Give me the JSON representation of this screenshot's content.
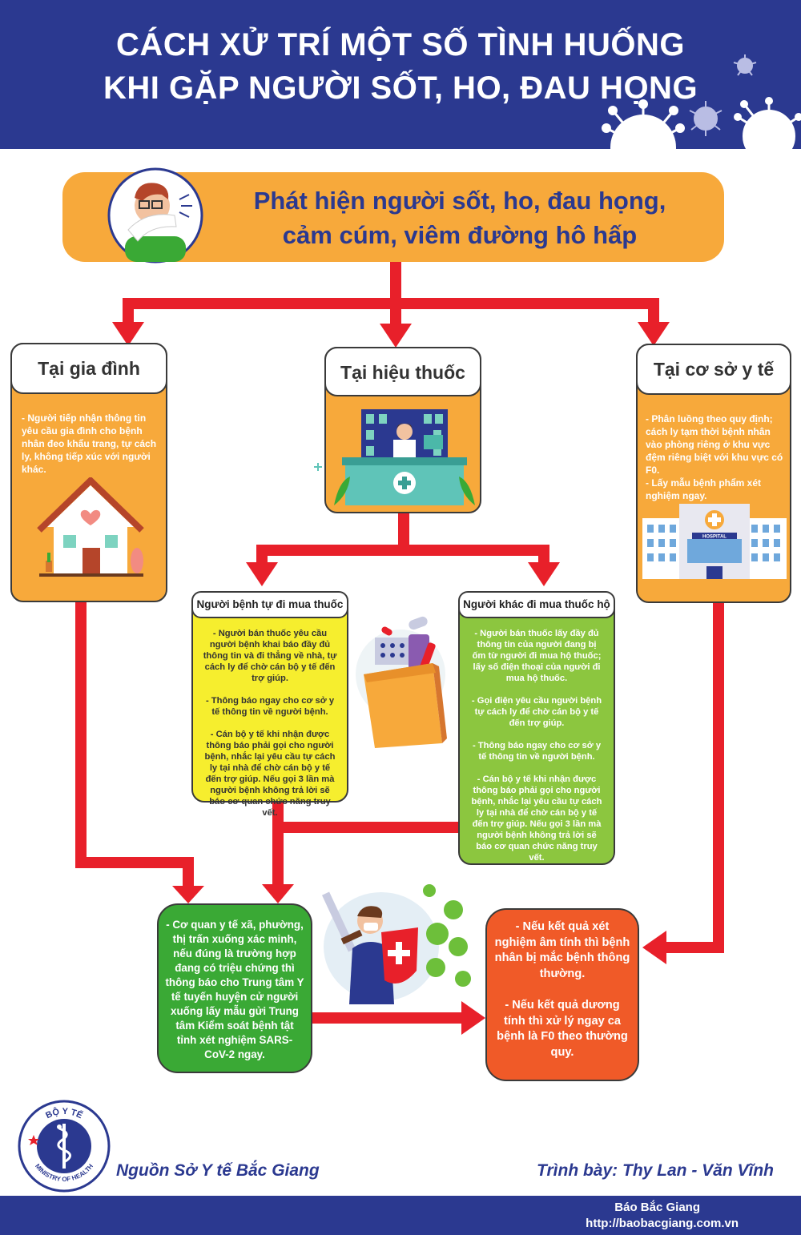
{
  "header": {
    "line1": "CÁCH XỬ TRÍ MỘT SỐ TÌNH HUỐNG",
    "line2": "KHI GẶP NGƯỜI SỐT, HO, ĐAU HỌNG"
  },
  "top": {
    "line1": "Phát hiện người sốt, ho, đau họng,",
    "line2": "cảm cúm, viêm đường hô hấp"
  },
  "home": {
    "title": "Tại gia đình",
    "text": "- Người tiếp nhận thông tin yêu cầu gia đình cho bệnh nhân đeo khẩu trang, tự cách ly, không tiếp xúc với người khác."
  },
  "pharmacy": {
    "title": "Tại hiệu thuốc"
  },
  "medical": {
    "title": "Tại cơ sở y tế",
    "text1": "- Phân luồng theo quy định; cách ly tạm thời bệnh nhân vào phòng riêng ở khu vực đệm riêng biệt với khu vực có F0.",
    "text2": "- Lấy mẫu bệnh phẩm xét nghiệm ngay.",
    "hospital_sign": "HOSPITAL"
  },
  "self_buy": {
    "title": "Người bệnh tự đi mua thuốc",
    "p1": "- Người bán thuốc yêu cầu người bệnh khai báo đầy đủ thông tin và đi thẳng về nhà, tự cách ly để chờ cán bộ y tế đến trợ giúp.",
    "p2": "- Thông báo ngay cho cơ sở y tế thông tin về người bệnh.",
    "p3": "- Cán bộ y tế khi nhận được thông báo phải gọi cho người bệnh, nhắc lại yêu cầu tự cách ly tại nhà để chờ cán bộ y tế đến trợ giúp. Nếu gọi 3 lần mà người bệnh không trả lời sẽ báo cơ quan chức năng truy vết."
  },
  "other_buy": {
    "title": "Người khác đi mua thuốc hộ",
    "p1": "- Người bán thuốc lấy đầy đủ thông tin của người đang bị ốm từ người đi mua hộ thuốc; lấy số điện thoại của người đi mua hộ thuốc.",
    "p2": "- Gọi điện yêu cầu người bệnh tự cách ly để chờ cán bộ y tế đến trợ giúp.",
    "p3": "- Thông báo ngay cho cơ sở y tế thông tin về người bệnh.",
    "p4": "- Cán bộ y tế khi nhận được thông báo phải gọi cho người bệnh, nhắc lại yêu cầu tự cách ly tại nhà để chờ cán bộ y tế đến trợ giúp. Nếu gọi 3 lần mà người bệnh không trả lời sẽ báo cơ quan chức năng truy vết."
  },
  "local": {
    "text": "- Cơ quan y tế xã, phường, thị trấn xuống xác minh, nếu đúng là trường hợp đang có triệu chứng thì thông báo cho Trung tâm Y tế tuyến huyện cử người xuống lấy mẫu gửi Trung tâm Kiểm soát bệnh tật tỉnh xét nghiệm SARS-CoV-2 ngay."
  },
  "result": {
    "p1": "- Nếu kết quả xét nghiệm âm tính thì bệnh nhân bị mắc bệnh thông thường.",
    "p2": "- Nếu kết quả dương tính thì xử lý ngay ca bệnh là F0 theo thường quy."
  },
  "logo": {
    "top_text": "BỘ Y TẾ",
    "bottom_text": "MINISTRY OF HEALTH"
  },
  "footer": {
    "source": "Nguồn Sở Y tế Bắc Giang",
    "author": "Trình bày: Thy Lan - Văn Vĩnh",
    "paper": "Báo Bắc Giang",
    "url": "http://baobacgiang.com.vn"
  },
  "colors": {
    "navy": "#2b3990",
    "orange": "#f7a93b",
    "arrow_red": "#e8202a",
    "yellow": "#f6ee2e",
    "light_green": "#8cc63f",
    "dark_green": "#3aa935",
    "red_orange": "#f05a28"
  }
}
